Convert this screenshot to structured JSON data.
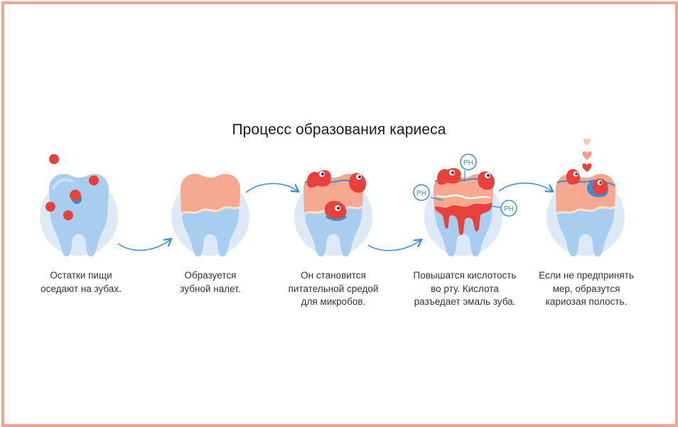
{
  "title": "Процесс образования кариеса",
  "colors": {
    "border": "#f2a48f",
    "circle_bg": "#dceaf7",
    "tooth": "#a9cdef",
    "plaque": "#f6a890",
    "bacteria": "#e8413c",
    "accent_blue": "#3a8fce"
  },
  "steps": [
    {
      "caption": [
        "Остатки пищи",
        "оседают на зубах."
      ]
    },
    {
      "caption": [
        "Образуется",
        "зубной налет."
      ]
    },
    {
      "caption": [
        "Он становится",
        "питательной средой",
        "для микробов."
      ]
    },
    {
      "caption": [
        "Повышатся кислотость",
        "во рту. Кислота",
        "разъедает эмаль зуба."
      ]
    },
    {
      "caption": [
        "Если  не предпринять",
        "мер, образутся",
        "кариозая полость."
      ]
    }
  ],
  "ph_label": "PH"
}
